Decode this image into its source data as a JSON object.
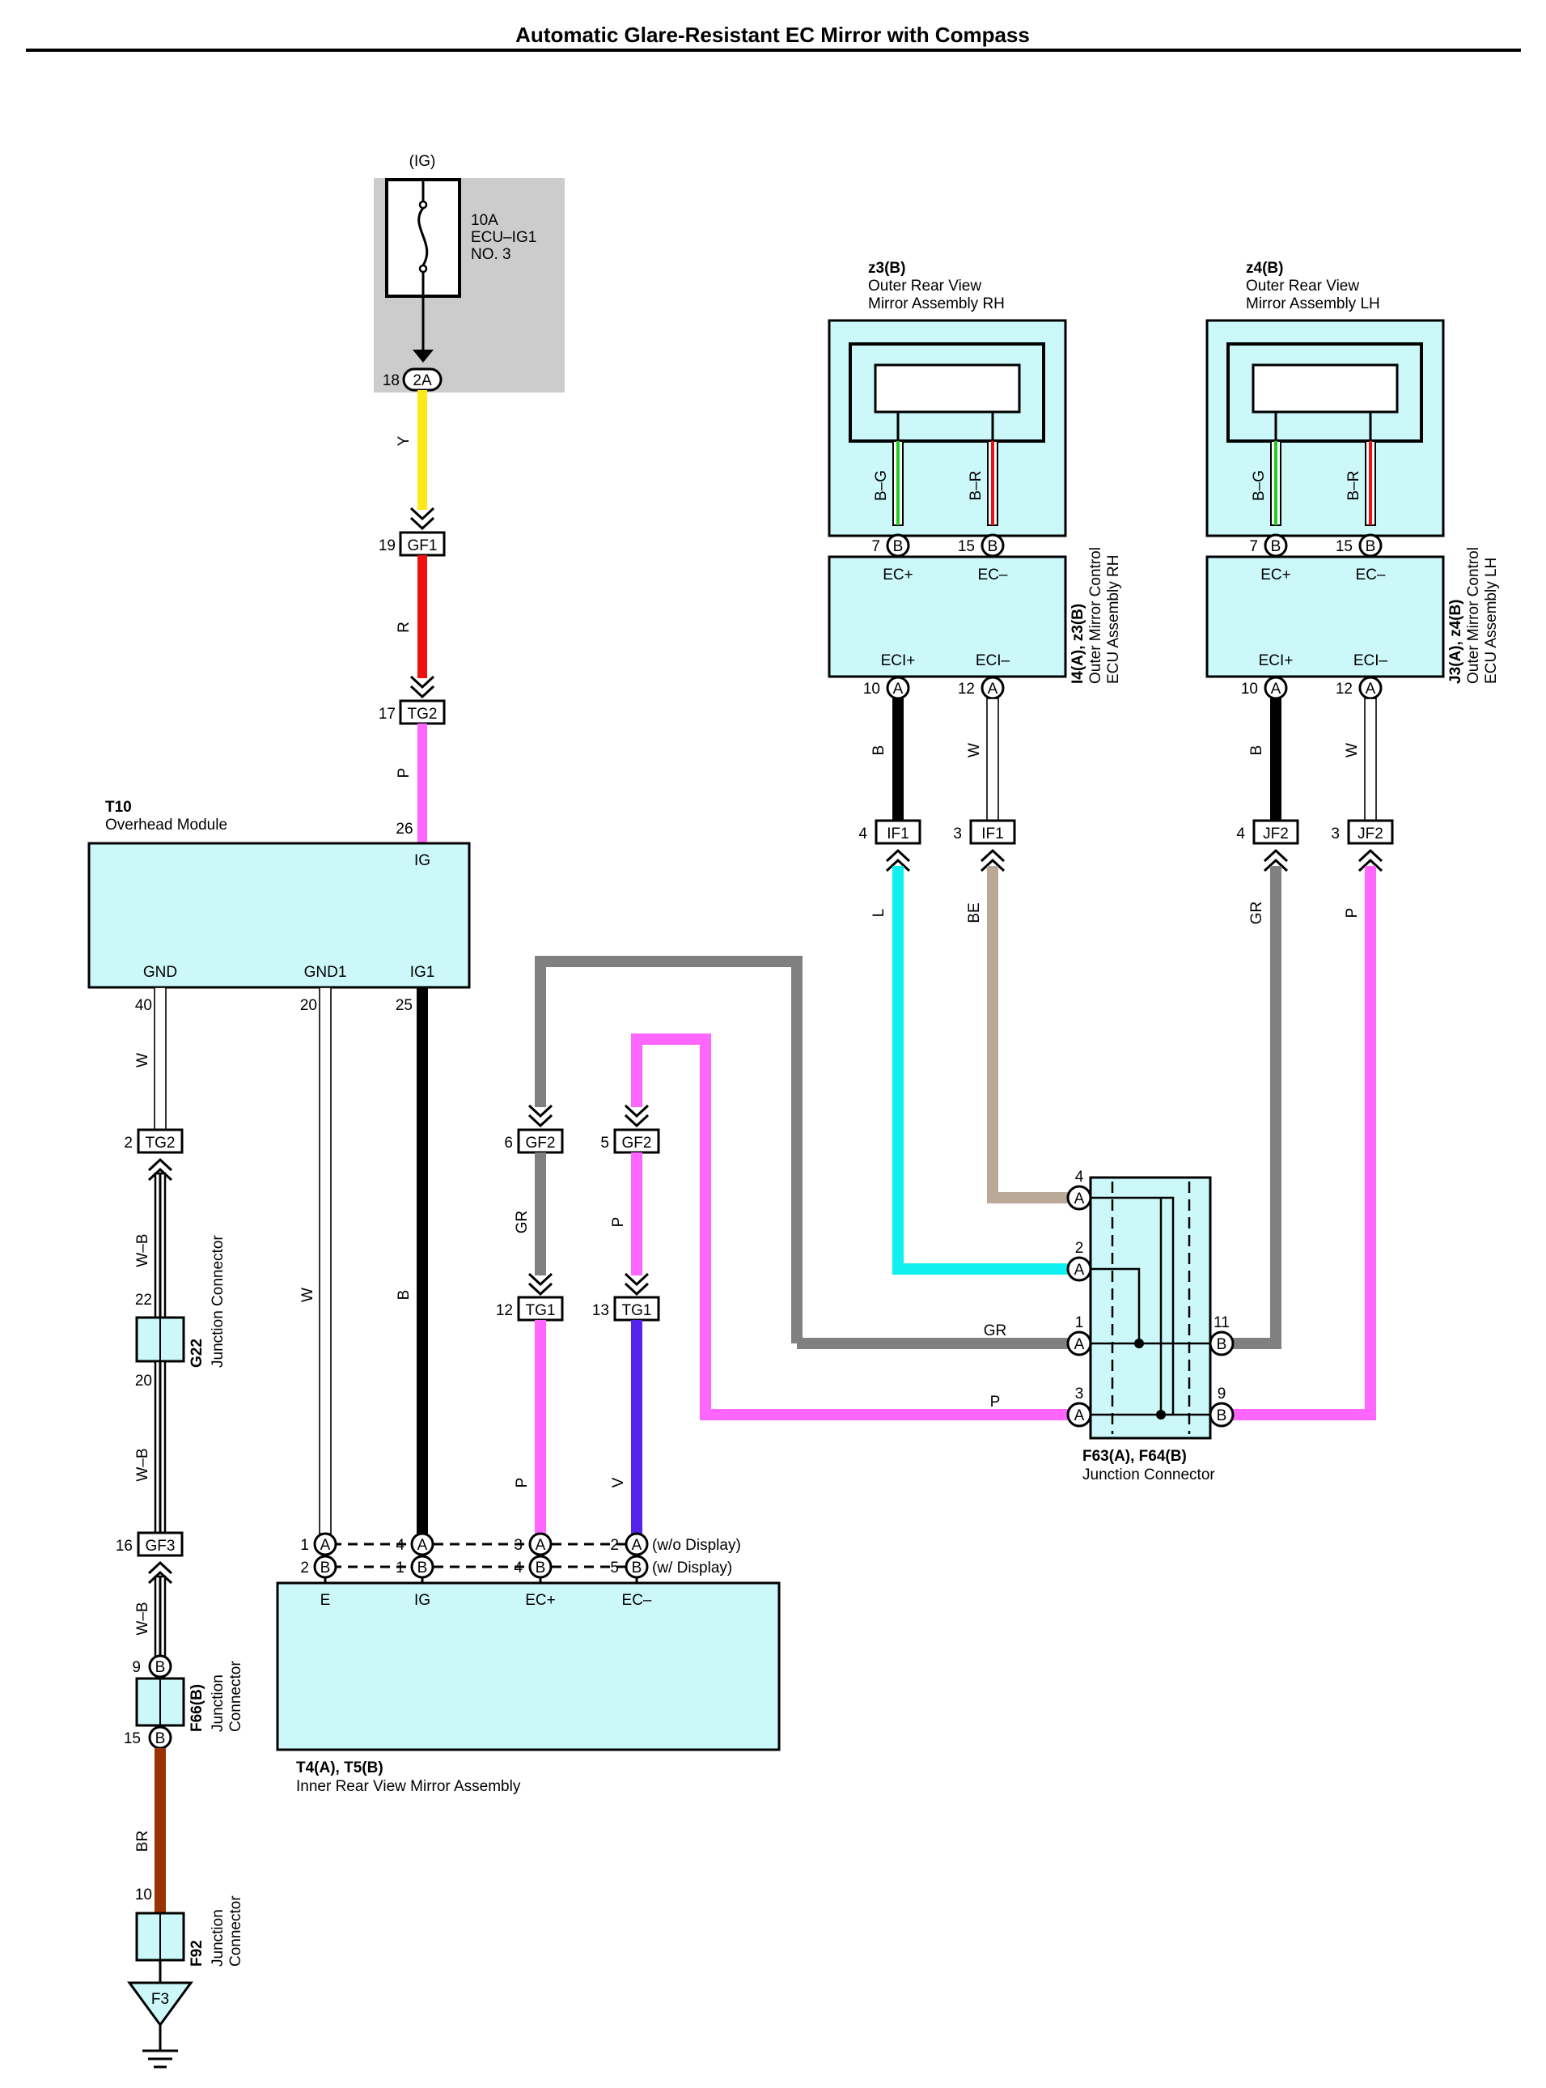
{
  "title": "Automatic Glare-Resistant EC Mirror with Compass",
  "power": {
    "label": "(IG)",
    "fuse_lines": [
      "10A",
      "ECU–IG1",
      "NO. 3"
    ],
    "terminal_pin": "18",
    "terminal_label": "2A"
  },
  "connectors": {
    "gf1": {
      "pin": "19",
      "label": "GF1"
    },
    "tg2_top": {
      "pin": "17",
      "label": "TG2"
    },
    "tg2_low": {
      "pin": "2",
      "label": "TG2"
    },
    "gf2_a": {
      "pin": "6",
      "label": "GF2"
    },
    "gf2_b": {
      "pin": "5",
      "label": "GF2"
    },
    "tg1_a": {
      "pin": "12",
      "label": "TG1"
    },
    "tg1_b": {
      "pin": "13",
      "label": "TG1"
    },
    "gf3": {
      "pin": "16",
      "label": "GF3"
    },
    "if1_a": {
      "pin": "4",
      "label": "IF1"
    },
    "if1_b": {
      "pin": "3",
      "label": "IF1"
    },
    "jf2_a": {
      "pin": "4",
      "label": "JF2"
    },
    "jf2_b": {
      "pin": "3",
      "label": "JF2"
    }
  },
  "overhead_module": {
    "id": "T10",
    "name": "Overhead Module",
    "pin_ig": "26",
    "term_ig": "IG",
    "term_gnd": "GND",
    "term_gnd1": "GND1",
    "term_ig1": "IG1",
    "pin_gnd": "40",
    "pin_gnd1": "20",
    "pin_ig1": "25"
  },
  "wire_colors_labels": {
    "y": "Y",
    "r": "R",
    "p": "P",
    "w": "W",
    "wb": "W–B",
    "b": "B",
    "gr": "GR",
    "v": "V",
    "br": "BR",
    "l": "L",
    "be": "BE",
    "bg": "B–G",
    "bred": "B–R"
  },
  "g22": {
    "id": "G22",
    "name": "Junction Connector",
    "pin_top": "22",
    "pin_bottom": "20"
  },
  "f66": {
    "id": "F66(B)",
    "name_lines": [
      "Junction",
      "Connector"
    ],
    "pin_top": "9",
    "pin_bottom": "15",
    "pin_letter": "B"
  },
  "f92": {
    "id": "F92",
    "name_lines": [
      "Junction",
      "Connector"
    ],
    "pin": "10"
  },
  "ground": {
    "label": "F3"
  },
  "inner_mirror": {
    "id": "T4(A), T5(B)",
    "name": "Inner Rear View Mirror Assembly",
    "terms": [
      "E",
      "IG",
      "EC+",
      "EC–"
    ],
    "row_a_pins": [
      "1",
      "4",
      "3",
      "2"
    ],
    "row_b_pins": [
      "2",
      "1",
      "4",
      "5"
    ],
    "letter_a": "A",
    "letter_b": "B",
    "row_a_note": "(w/o Display)",
    "row_b_note": "(w/ Display)"
  },
  "junction_f63": {
    "id": "F63(A), F64(B)",
    "name": "Junction Connector",
    "left_pins": [
      "4",
      "2",
      "1",
      "3"
    ],
    "right_pins": [
      "11",
      "9"
    ],
    "letter_a": "A",
    "letter_b": "B",
    "wire_gr": "GR",
    "wire_p": "P"
  },
  "mirror_rh": {
    "id": "z3(B)",
    "name_lines": [
      "Outer Rear View",
      "Mirror Assembly RH"
    ],
    "pins": [
      "7",
      "15"
    ],
    "letter": "B"
  },
  "ecu_rh": {
    "id": "I4(A), z3(B)",
    "name_lines": [
      "Outer Mirror Control",
      "ECU Assembly RH"
    ],
    "terms_top": [
      "EC+",
      "EC–"
    ],
    "terms_bottom": [
      "ECI+",
      "ECI–"
    ],
    "pins": [
      "10",
      "12"
    ],
    "letter": "A"
  },
  "mirror_lh": {
    "id": "z4(B)",
    "name_lines": [
      "Outer Rear View",
      "Mirror Assembly LH"
    ],
    "pins": [
      "7",
      "15"
    ],
    "letter": "B"
  },
  "ecu_lh": {
    "id": "J3(A), z4(B)",
    "name_lines": [
      "Outer Mirror Control",
      "ECU Assembly LH"
    ],
    "terms_top": [
      "EC+",
      "EC–"
    ],
    "terms_bottom": [
      "ECI+",
      "ECI–"
    ],
    "pins": [
      "10",
      "12"
    ],
    "letter": "A"
  },
  "colors": {
    "yellow": "#ffe81a",
    "red": "#ee1111",
    "pink": "#ff66ff",
    "black": "#000000",
    "gray": "#808080",
    "violet": "#5522ee",
    "brown": "#993300",
    "cyan": "#11f0f0",
    "beige": "#bba998",
    "green": "#22cc22",
    "fill": "#ccf8fa",
    "shade": "#cccccc"
  }
}
